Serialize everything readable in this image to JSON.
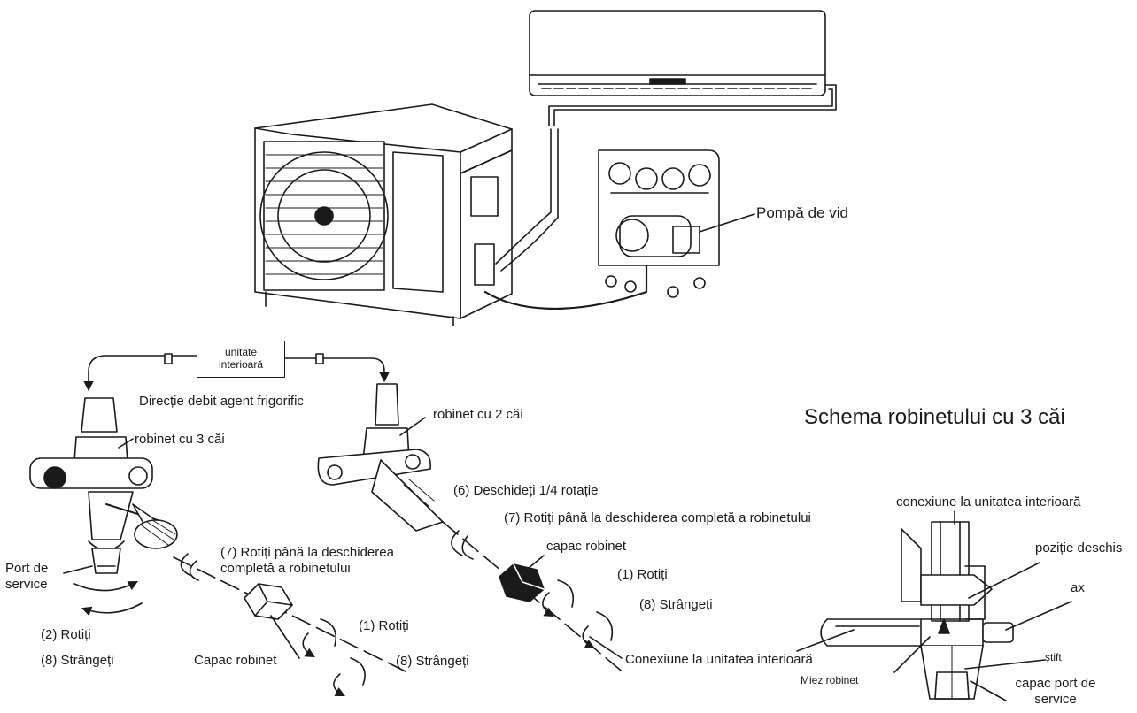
{
  "labels": {
    "vacuum_pump": "Pompă de vid",
    "indoor_unit_box": "unitate interioară",
    "refrigerant_flow": "Direcție debit agent frigorific",
    "three_way_valve": "robinet cu 3 căi",
    "two_way_valve": "robinet cu 2 căi",
    "service_port": "Port de service",
    "rotate_left": "(2) Rotiți",
    "tighten_left": "(8) Strângeți",
    "valve_cap_left": "Capac robinet",
    "rotate_open_left": "(7) Rotiți până la deschiderea completă a robinetului",
    "rotate_mid": "(1) Rotiți",
    "tighten_mid": "(8) Strângeți",
    "open_quarter": "(6) Deschideți 1/4 rotație",
    "rotate_open_right": "(7) Rotiți până la deschiderea completă a robinetului",
    "valve_cap_right": "capac robinet",
    "rotate_right": "(1) Rotiți",
    "tighten_right": "(8) Strângeți",
    "indoor_connection_mid": "Conexiune la unitatea interioară",
    "schema_title": "Schema robinetului cu 3 căi",
    "indoor_connection_schema": "conexiune la unitatea interioară",
    "open_position": "poziție deschis",
    "shaft": "ax",
    "pin": "știft",
    "valve_core": "Miez robinet",
    "service_port_cap": "capac port de service"
  }
}
